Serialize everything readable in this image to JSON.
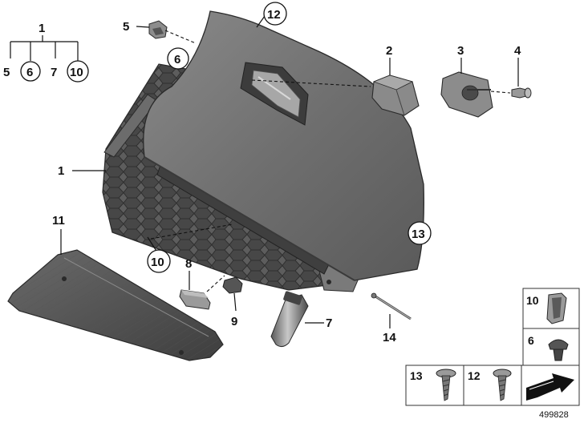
{
  "tree": {
    "parent": "1",
    "children": [
      "5",
      "6",
      "7",
      "10"
    ]
  },
  "callouts": {
    "c1": "1",
    "c2": "2",
    "c3": "3",
    "c4": "4",
    "c5": "5",
    "c6": "6",
    "c7": "7",
    "c8": "8",
    "c9": "9",
    "c10": "10",
    "c11": "11",
    "c12": "12",
    "c13": "13",
    "c14": "14"
  },
  "legend": {
    "clip": "10",
    "plug": "6",
    "screw_a": "13",
    "screw_b": "12"
  },
  "diagram_id": "499828",
  "colors": {
    "part_dark": "#4e4e4e",
    "part_mid": "#777777",
    "part_light": "#9c9c9c",
    "line": "#111111"
  }
}
